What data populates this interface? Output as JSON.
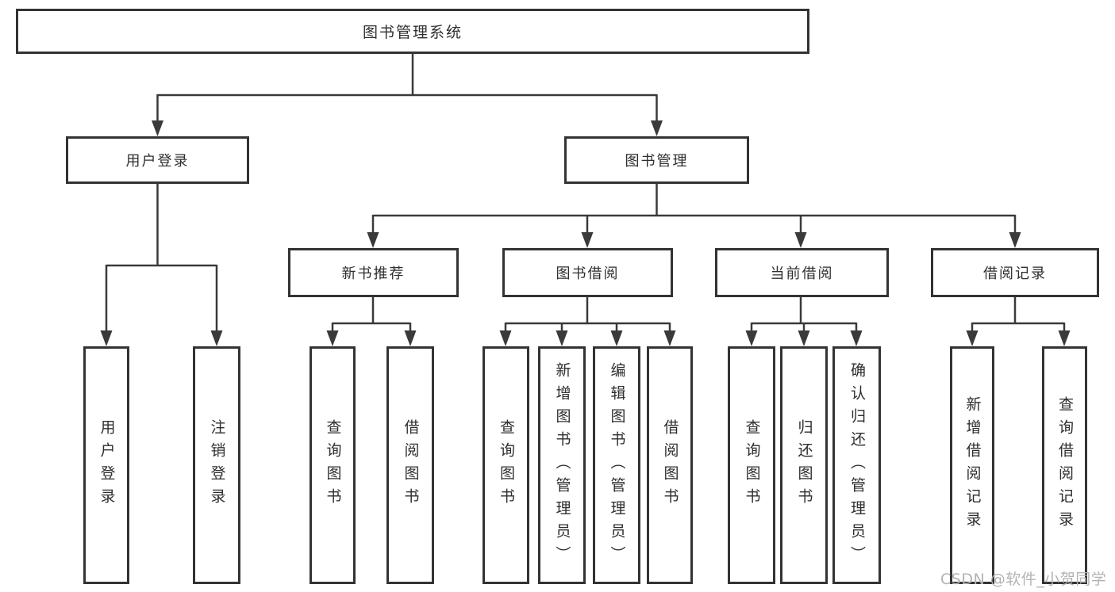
{
  "tree": {
    "label": "图书管理系统",
    "children": [
      {
        "label": "用户登录",
        "children": [
          {
            "label": "用户登录"
          },
          {
            "label": "注销登录"
          }
        ]
      },
      {
        "label": "图书管理",
        "children": [
          {
            "label": "新书推荐",
            "children": [
              {
                "label": "查询图书"
              },
              {
                "label": "借阅图书"
              }
            ]
          },
          {
            "label": "图书借阅",
            "children": [
              {
                "label": "查询图书"
              },
              {
                "label": "新增图书（管理员）"
              },
              {
                "label": "编辑图书（管理员）"
              },
              {
                "label": "借阅图书"
              }
            ]
          },
          {
            "label": "当前借阅",
            "children": [
              {
                "label": "查询图书"
              },
              {
                "label": "归还图书"
              },
              {
                "label": "确认归还（管理员）"
              }
            ]
          },
          {
            "label": "借阅记录",
            "children": [
              {
                "label": "新增借阅记录"
              },
              {
                "label": "查询借阅记录"
              }
            ]
          }
        ]
      }
    ]
  },
  "watermark": "CSDN @软件_小贺同学",
  "colors": {
    "background": "#ffffff",
    "line": "#3a3a3a",
    "box_border": "#333333",
    "text": "#2e2e2e",
    "watermark": "#b3b3b3"
  }
}
